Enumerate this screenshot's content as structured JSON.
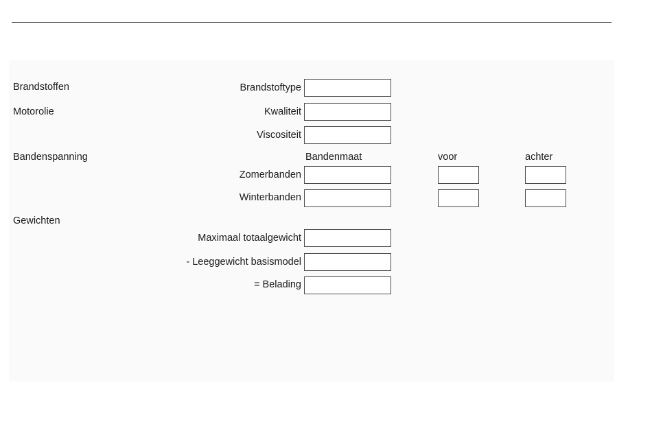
{
  "sections": {
    "brandstoffen": "Brandstoffen",
    "motorolie": "Motorolie",
    "bandenspanning": "Bandenspanning",
    "gewichten": "Gewichten"
  },
  "fields": {
    "brandstoftype": {
      "label": "Brandstoftype",
      "value": ""
    },
    "kwaliteit": {
      "label": "Kwaliteit",
      "value": ""
    },
    "viscositeit": {
      "label": "Viscositeit",
      "value": ""
    },
    "zomerbanden": {
      "label": "Zomerbanden",
      "bandenmaat": "",
      "voor": "",
      "achter": ""
    },
    "winterbanden": {
      "label": "Winterbanden",
      "bandenmaat": "",
      "voor": "",
      "achter": ""
    },
    "maximaal_totaalgewicht": {
      "label": "Maximaal totaalgewicht",
      "value": ""
    },
    "leeggewicht": {
      "label": "- Leeggewicht basismodel",
      "value": ""
    },
    "belading": {
      "label": "= Belading",
      "value": ""
    }
  },
  "tire_columns": {
    "bandenmaat": "Bandenmaat",
    "voor": "voor",
    "achter": "achter"
  }
}
